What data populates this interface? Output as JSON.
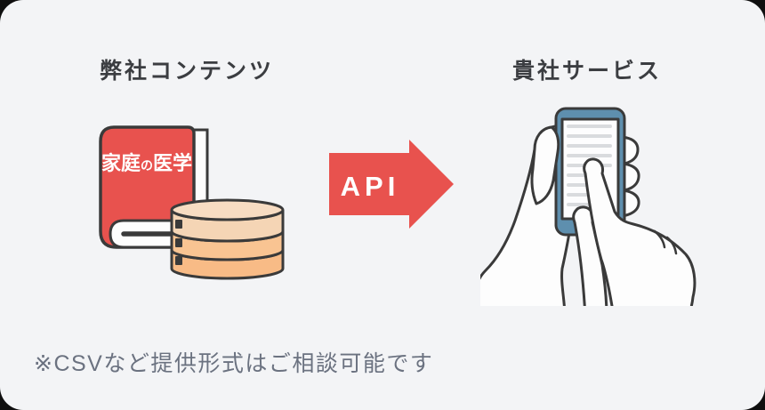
{
  "card": {
    "background": "#f3f4f6"
  },
  "left_panel": {
    "title": "弊社コンテンツ",
    "book": {
      "label_part1": "家庭",
      "label_particle": "の",
      "label_part2": "医学",
      "cover_color": "#e8524e"
    },
    "database": {
      "top_color": "#f7dcc2",
      "band1_color": "#f5d5b5",
      "band2_color": "#f9c492",
      "band3_color": "#f8bb86"
    }
  },
  "arrow": {
    "label": "API",
    "color": "#e8524e"
  },
  "right_panel": {
    "title": "貴社サービス",
    "phone": {
      "frame_color": "#5e8fae",
      "screen_color": "#fdfdfe",
      "line_color": "#d9dbde"
    }
  },
  "footnote": {
    "text": "※CSVなど提供形式はご相談可能です"
  },
  "icons": {
    "book": "book-icon",
    "database": "database-icon",
    "api_arrow": "api-arrow-icon",
    "phone": "smartphone-in-hands-icon"
  }
}
